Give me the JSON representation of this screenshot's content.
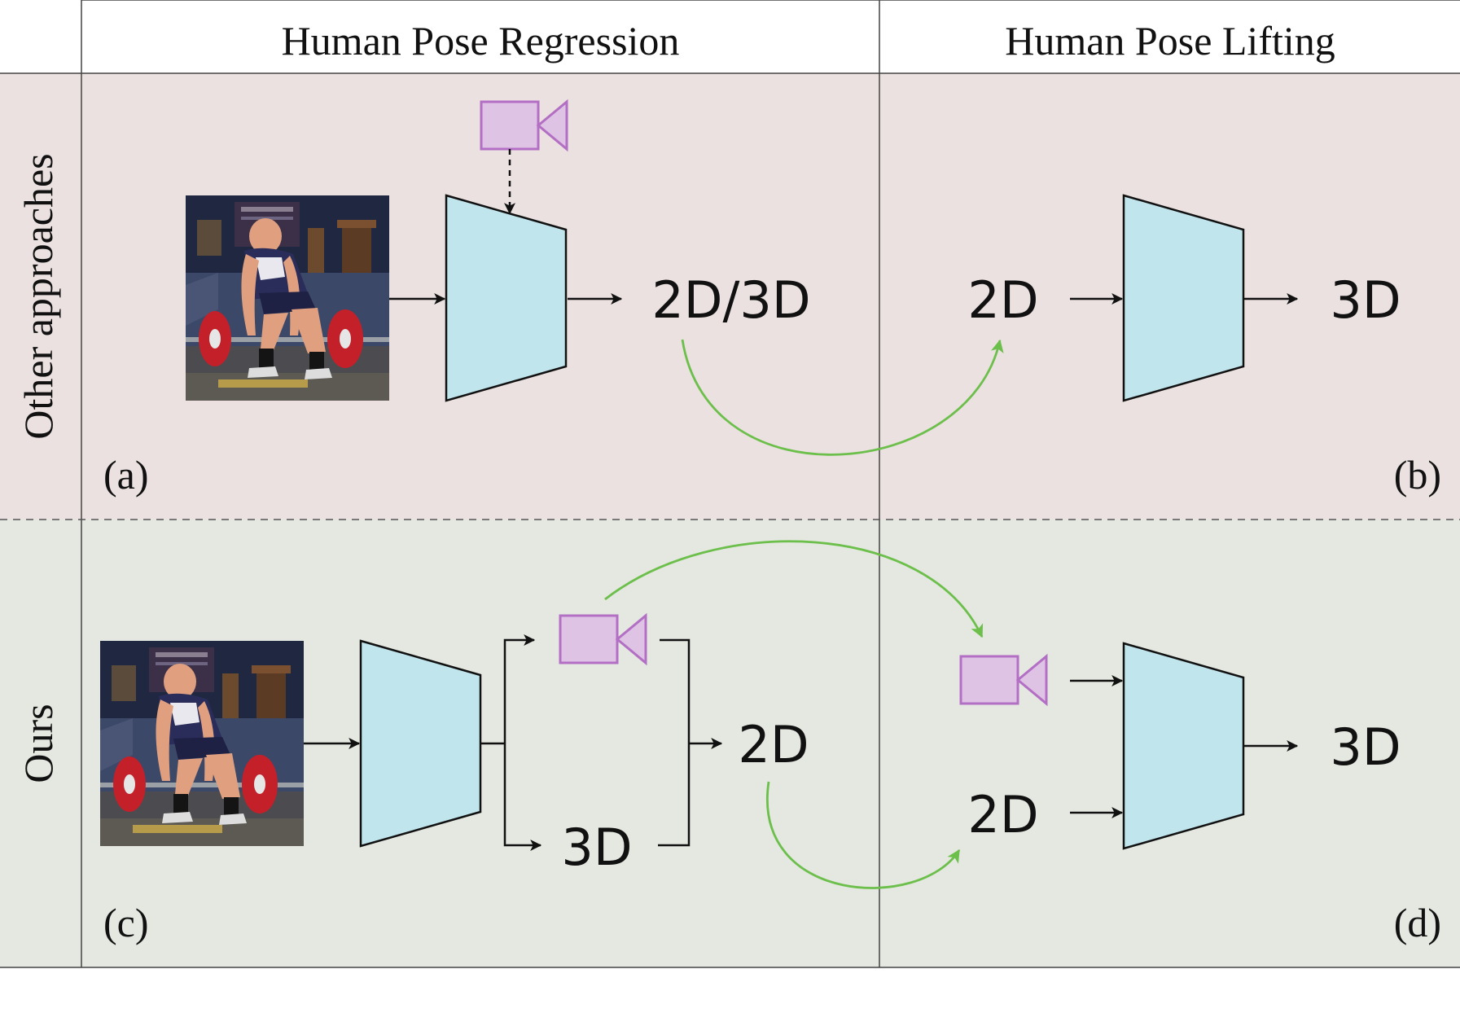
{
  "columns": {
    "regression": "Human Pose Regression",
    "lifting": "Human Pose Lifting"
  },
  "rows": {
    "other": "Other approaches",
    "ours": "Ours"
  },
  "panels": {
    "a": "(a)",
    "b": "(b)",
    "c": "(c)",
    "d": "(d)"
  },
  "labels": {
    "a_output": "2D/3D",
    "b_input": "2D",
    "b_output": "3D",
    "c_3d": "3D",
    "c_2d": "2D",
    "d_input": "2D",
    "d_output": "3D"
  },
  "icons": {
    "camera": "camera-icon",
    "photo": "athlete-deadlift-photo",
    "network": "trapezoid-network-icon"
  },
  "colors": {
    "other_bg": "#ebe1e1",
    "ours_bg": "#e4e8e1",
    "network_fill": "#c0e5ec",
    "camera_fill": "#dfc3e5",
    "camera_stroke": "#b26fc3",
    "green_arrow": "#6cbf4a"
  }
}
